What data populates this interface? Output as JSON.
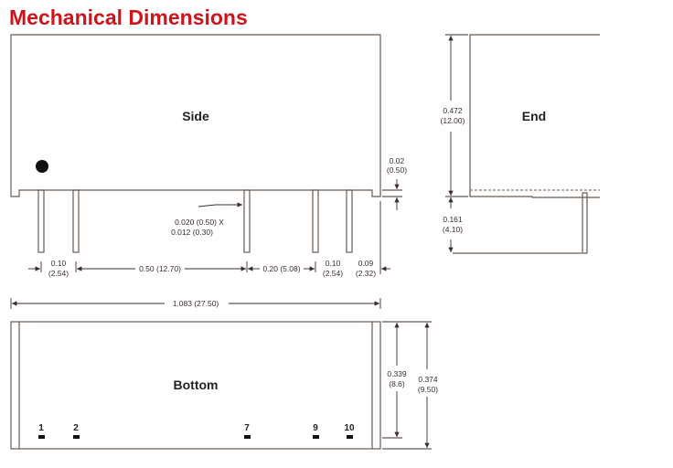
{
  "title": "Mechanical Dimensions",
  "views": {
    "side": "Side",
    "end": "End",
    "bottom": "Bottom"
  },
  "side_dims": {
    "pin_size_1": "0.020 (0.50) X",
    "pin_size_2": "0.012 (0.30)",
    "standoff_in": "0.02",
    "standoff_mm": "(0.50)",
    "pitch1_in": "0.10",
    "pitch1_mm": "(2.54)",
    "span": "0.50 (12.70)",
    "pitch2": "0.20 (5.08)",
    "pitch3_in": "0.10",
    "pitch3_mm": "(2.54)",
    "edge_in": "0.09",
    "edge_mm": "(2.32)",
    "length": "1.083 (27.50)"
  },
  "end_dims": {
    "height_in": "0.472",
    "height_mm": "(12.00)",
    "pin_in": "0.161",
    "pin_mm": "(4.10)"
  },
  "bottom_dims": {
    "inner_in": "0.339",
    "inner_mm": "(8.6)",
    "width_in": "0.374",
    "width_mm": "(9.50)"
  },
  "pins": [
    "1",
    "2",
    "7",
    "9",
    "10"
  ]
}
